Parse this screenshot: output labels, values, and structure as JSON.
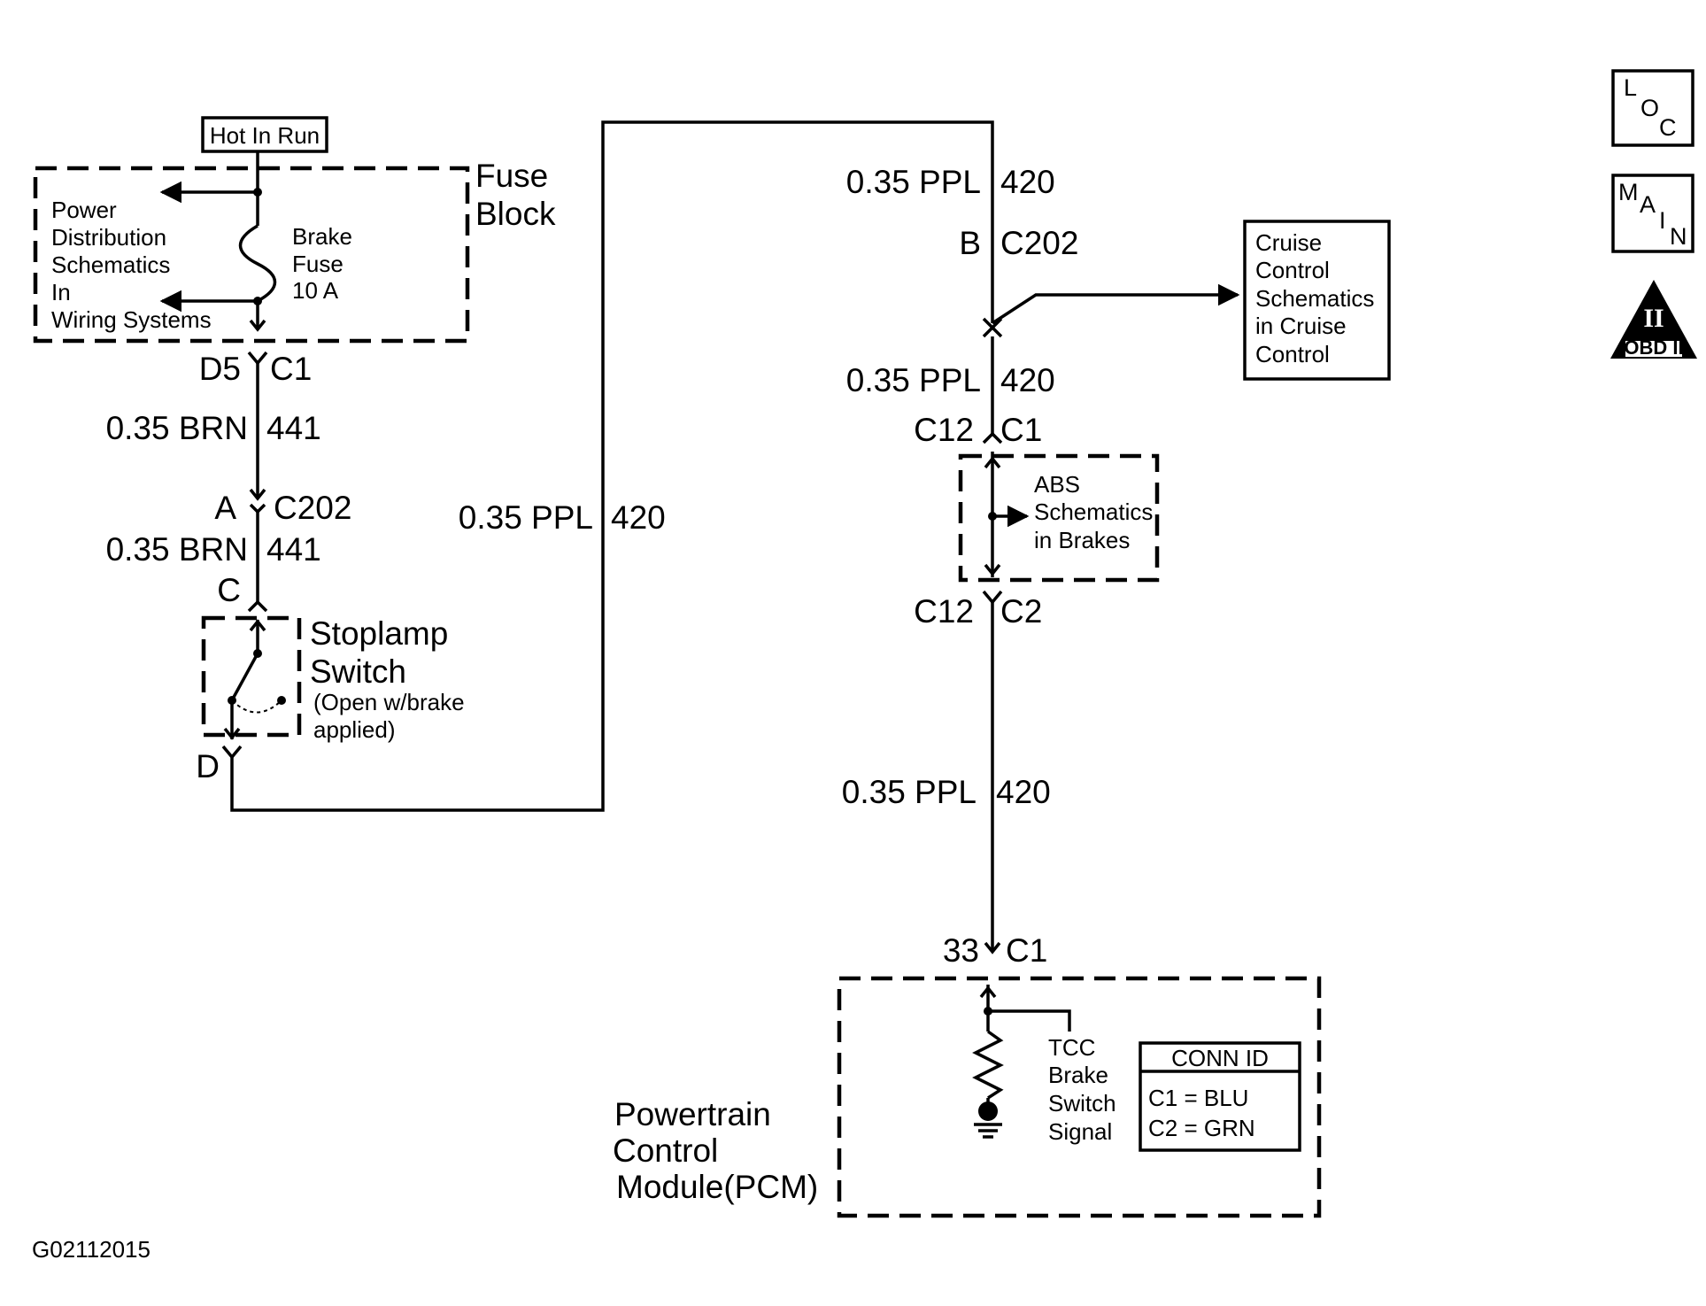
{
  "hot_in_run": "Hot In Run",
  "fuse_block": {
    "title_line1": "Fuse",
    "title_line2": "Block",
    "power_ref": [
      "Power",
      "Distribution",
      "Schematics",
      "In",
      "Wiring Systems"
    ],
    "fuse_label": [
      "Brake",
      "Fuse",
      "10 A"
    ]
  },
  "connectors": {
    "d5": "D5",
    "c1_fuse": "C1",
    "a": "A",
    "c202_left": "C202",
    "c_stop": "C",
    "d_stop": "D",
    "b": "B",
    "c202_right": "C202",
    "c12_top": "C12",
    "c1_abs": "C1",
    "c12_bottom": "C12",
    "c2_abs": "C2",
    "pin33": "33",
    "c1_pcm": "C1"
  },
  "wires": {
    "brn_upper": {
      "size": "0.35 BRN",
      "circuit": "441"
    },
    "brn_lower": {
      "size": "0.35 BRN",
      "circuit": "441"
    },
    "ppl_mid": {
      "size": "0.35 PPL",
      "circuit": "420"
    },
    "ppl_top_right": {
      "size": "0.35 PPL",
      "circuit": "420"
    },
    "ppl_after_splice": {
      "size": "0.35 PPL",
      "circuit": "420"
    },
    "ppl_lower": {
      "size": "0.35 PPL",
      "circuit": "420"
    }
  },
  "stoplamp": {
    "title_line1": "Stoplamp",
    "title_line2": "Switch",
    "note_line1": "(Open w/brake",
    "note_line2": "applied)"
  },
  "cruise_box": [
    "Cruise",
    "Control",
    "Schematics",
    "in Cruise",
    "Control"
  ],
  "abs_box": [
    "ABS",
    "Schematics",
    "in Brakes"
  ],
  "pcm": {
    "title": [
      "Powertrain",
      "Control",
      "Module(PCM)"
    ],
    "signal": [
      "TCC",
      "Brake",
      "Switch",
      "Signal"
    ],
    "conn_id_header": "CONN ID",
    "conn_id_rows": [
      "C1 = BLU",
      "C2 = GRN"
    ]
  },
  "nav_icons": {
    "loc": [
      "L",
      "O",
      "C"
    ],
    "main": [
      "M",
      "A",
      "I",
      "N"
    ],
    "obd_numeral": "II",
    "obd_label": "OBD II"
  },
  "figure_id": "G02112015"
}
